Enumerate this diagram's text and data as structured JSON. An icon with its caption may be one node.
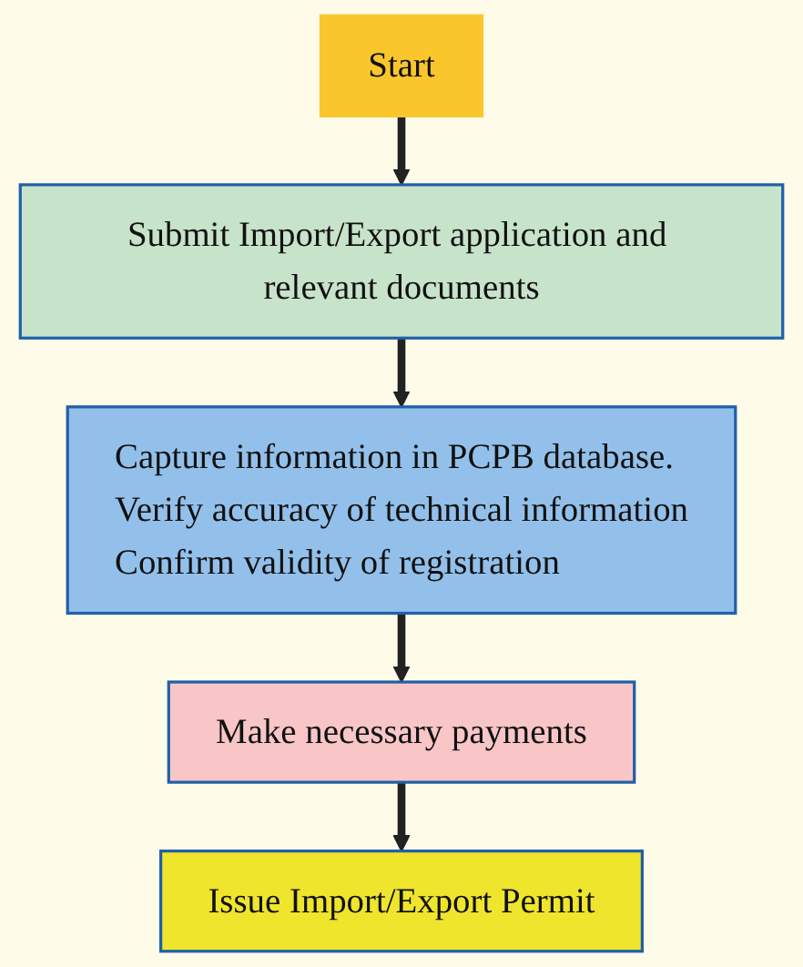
{
  "diagram": {
    "nodes": [
      {
        "text": [
          "Start"
        ]
      },
      {
        "text": [
          "Submit Import/Export application and relevant documents"
        ]
      },
      {
        "text": [
          "Capture information in PCPB database.",
          "Verify accuracy of technical information",
          "Confirm validity of registration"
        ]
      },
      {
        "text": [
          "Make necessary payments"
        ]
      },
      {
        "text": [
          "Issue Import/Export Permit"
        ]
      }
    ],
    "edges": [
      {
        "from": 0,
        "to": 1,
        "arrow": "to"
      },
      {
        "from": 1,
        "to": 2,
        "arrow": "to"
      },
      {
        "from": 2,
        "to": 3,
        "arrow": "to"
      },
      {
        "from": 3,
        "to": 4,
        "arrow": "to"
      }
    ]
  }
}
